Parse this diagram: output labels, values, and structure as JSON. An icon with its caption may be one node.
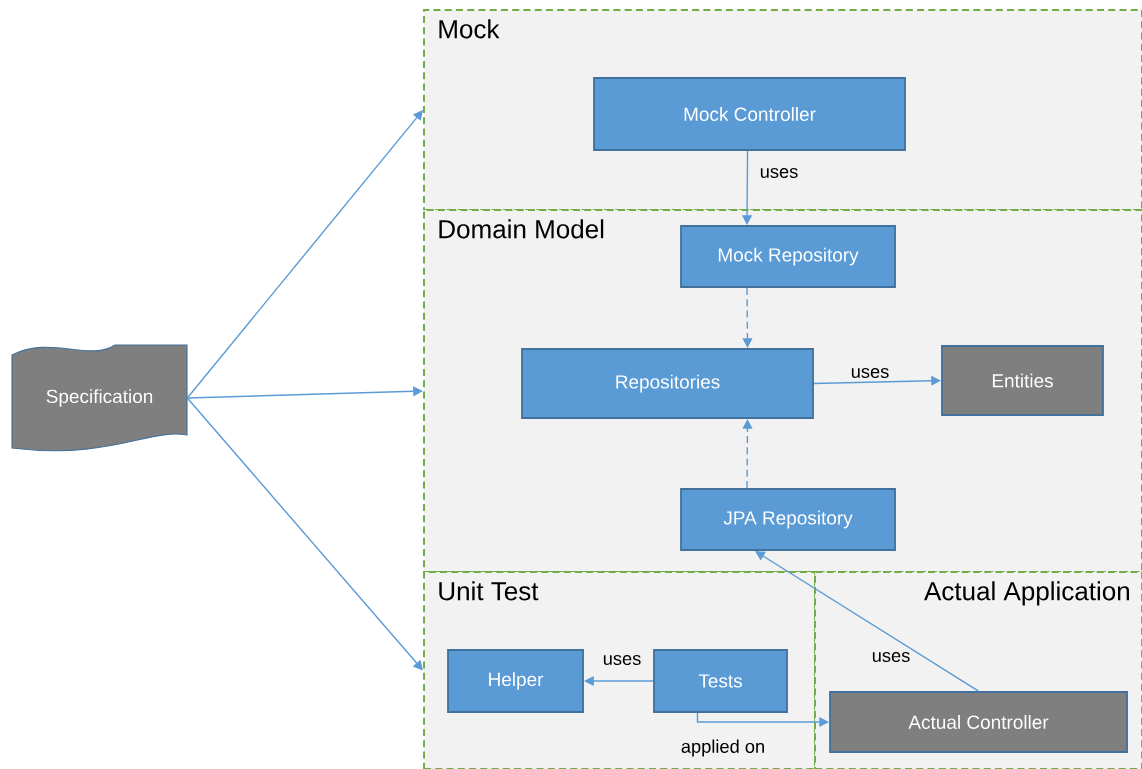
{
  "diagram": {
    "nodes": [
      {
        "text": [
          "Specification"
        ]
      },
      {
        "text": [
          "Mock"
        ]
      },
      {
        "text": [
          "Mock Controller"
        ],
        "in": 1
      },
      {
        "text": [
          "Domain Model"
        ]
      },
      {
        "text": [
          "Mock Repository"
        ],
        "in": 3
      },
      {
        "text": [
          "Repositories"
        ],
        "in": 3
      },
      {
        "text": [
          "Entities"
        ],
        "in": 3
      },
      {
        "text": [
          "JPA Repository"
        ],
        "in": 3
      },
      {
        "text": [
          "Unit Test"
        ]
      },
      {
        "text": [
          "Helper"
        ],
        "in": 8
      },
      {
        "text": [
          "Tests"
        ],
        "in": 8
      },
      {
        "text": [
          "Actual Application"
        ]
      },
      {
        "text": [
          "Actual Controller"
        ],
        "in": 11
      }
    ],
    "edges": [
      {
        "from": 0,
        "to": 1,
        "arrow": "to"
      },
      {
        "from": 0,
        "to": 3,
        "arrow": "to"
      },
      {
        "from": 0,
        "to": 8,
        "arrow": "to"
      },
      {
        "from": 2,
        "to": 4,
        "arrow": "to",
        "label": "uses"
      },
      {
        "from": 4,
        "to": 5,
        "arrow": "to",
        "style": "dashed"
      },
      {
        "from": 5,
        "to": 6,
        "arrow": "to",
        "label": "uses"
      },
      {
        "from": 7,
        "to": 5,
        "arrow": "to",
        "style": "dashed"
      },
      {
        "from": 10,
        "to": 9,
        "arrow": "to",
        "label": "uses"
      },
      {
        "from": 10,
        "to": 12,
        "arrow": "to",
        "label": "applied on"
      },
      {
        "from": 12,
        "to": 7,
        "arrow": "to",
        "label": "uses"
      }
    ]
  }
}
